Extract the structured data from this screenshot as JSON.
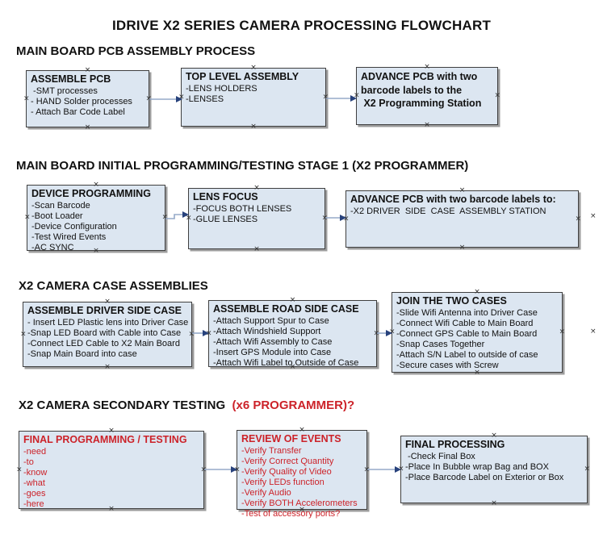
{
  "page_title": "IDRIVE X2  SERIES CAMERA PROCESSING FLOWCHART",
  "colors": {
    "accent_red": "#cc2229",
    "box_fill": "#dce6f1",
    "box_border": "#3f3f3f",
    "box_shadow": "#9c9c9c",
    "arrow_line": "#95aac9",
    "arrow_head": "#28427c",
    "handle": "#2e2e2e"
  },
  "icons": {
    "handle_glyph": "×"
  },
  "sections": [
    {
      "heading": "MAIN BOARD PCB ASSEMBLY PROCESS",
      "boxes": [
        {
          "title": "ASSEMBLE PCB",
          "items": [
            " -SMT processes",
            "- HAND Solder processes",
            "- Attach Bar Code Label"
          ]
        },
        {
          "title": "TOP LEVEL ASSEMBLY",
          "items": [
            "-LENS HOLDERS",
            "-LENSES"
          ]
        },
        {
          "title": "",
          "items": [
            "ADVANCE PCB with two",
            "barcode labels to the",
            " X2 Programming Station"
          ]
        }
      ]
    },
    {
      "heading": "MAIN BOARD INITIAL PROGRAMMING/TESTING STAGE 1 (X2 PROGRAMMER)",
      "boxes": [
        {
          "title": "DEVICE PROGRAMMING",
          "items": [
            "-Scan Barcode",
            "-Boot Loader",
            "-Device Configuration",
            "-Test Wired Events",
            "-AC SYNC"
          ]
        },
        {
          "title": "LENS FOCUS",
          "items": [
            "-FOCUS BOTH LENSES",
            "-GLUE LENSES"
          ]
        },
        {
          "title": "ADVANCE PCB with two barcode labels to:",
          "items": [
            "-X2 DRIVER  SIDE  CASE  ASSEMBLY STATION"
          ]
        }
      ]
    },
    {
      "heading": "X2 CAMERA CASE ASSEMBLIES",
      "boxes": [
        {
          "title": "ASSEMBLE DRIVER SIDE CASE",
          "items": [
            "- Insert LED Plastic lens into Driver Case",
            "-Snap LED Board with Cable into Case",
            "-Connect LED Cable to X2 Main Board",
            "-Snap Main Board into case"
          ]
        },
        {
          "title": "ASSEMBLE ROAD SIDE CASE",
          "items": [
            "-Attach Support Spur to Case",
            "-Attach Windshield Support",
            "-Attach Wifi Assembly to Case",
            "-Insert GPS Module into Case",
            "-Attach Wifi Label to Outside of Case"
          ]
        },
        {
          "title": "JOIN THE TWO CASES",
          "items": [
            "-Slide Wifi Antenna into Driver Case",
            "-Connect Wifi Cable to Main Board",
            "-Connect GPS Cable to Main Board",
            "-Snap Cases Together",
            "-Attach S/N Label to outside of case",
            "-Secure cases with Screw"
          ]
        }
      ]
    },
    {
      "heading": "X2 CAMERA SECONDARY TESTING ",
      "heading_red": " (x6 PROGRAMMER)?",
      "boxes": [
        {
          "title": "FINAL PROGRAMMING / TESTING",
          "items": [
            "-need",
            "-to",
            "-know",
            "-what",
            "-goes",
            "-here"
          ]
        },
        {
          "title": "REVIEW OF EVENTS",
          "items": [
            "-Verify Transfer",
            "-Verify Correct Quantity",
            "-Verify Quality of Video",
            "-Verify LEDs function",
            "-Verify Audio",
            "-Verify BOTH Accelerometers",
            "-Test of accessory ports?"
          ]
        },
        {
          "title": "FINAL PROCESSING",
          "items": [
            " -Check Final Box",
            "-Place In Bubble wrap Bag and BOX",
            "-Place Barcode Label on Exterior or Box"
          ]
        }
      ]
    }
  ]
}
